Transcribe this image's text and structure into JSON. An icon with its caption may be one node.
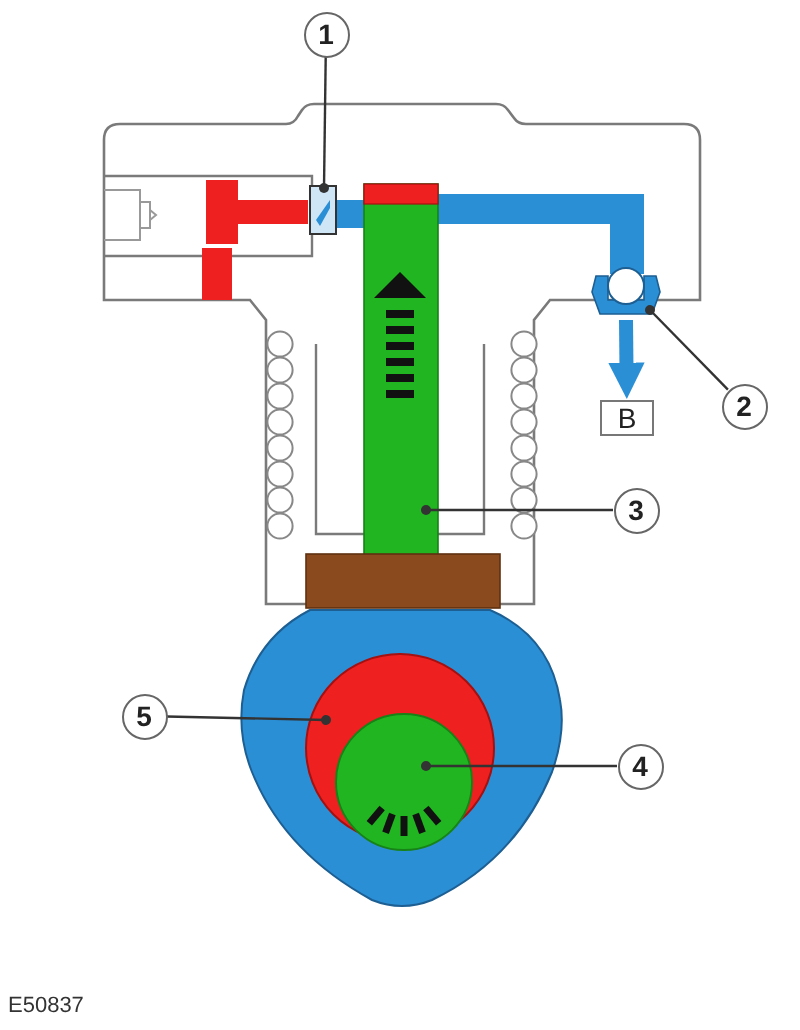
{
  "diagram": {
    "nodes": [
      {
        "text": [
          "1"
        ]
      },
      {
        "text": [
          "2"
        ]
      },
      {
        "text": [
          "B"
        ]
      },
      {
        "text": [
          "3"
        ]
      },
      {
        "text": [
          "5"
        ]
      },
      {
        "text": [
          "4"
        ]
      }
    ],
    "edges": [
      {
        "from": 0,
        "to": null,
        "arrow": "other"
      },
      {
        "from": 1,
        "to": null,
        "arrow": "other"
      },
      {
        "from": null,
        "to": 2,
        "arrow": "to",
        "style": "thick",
        "color": "#2b8fd6"
      },
      {
        "from": 3,
        "to": null,
        "arrow": "other"
      },
      {
        "from": 4,
        "to": null,
        "arrow": "other"
      },
      {
        "from": 5,
        "to": null,
        "arrow": "other"
      }
    ],
    "labels": [
      "E50837"
    ]
  }
}
